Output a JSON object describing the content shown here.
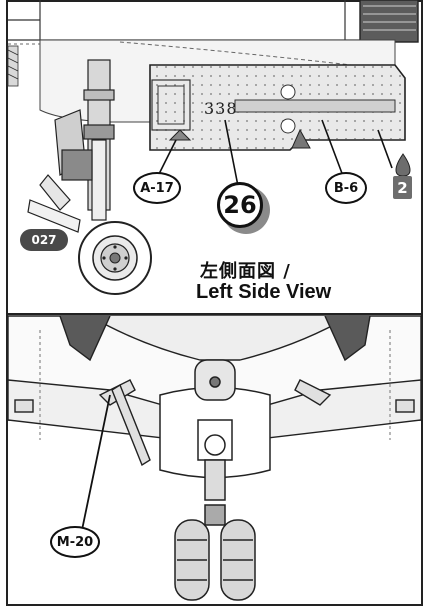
{
  "step_number": "26",
  "view_label_jp": "左側面図 /",
  "view_label_en": "Left Side View",
  "panel_number": "338",
  "part_badge": "027",
  "paint_code": "2",
  "callouts": {
    "a17": "A-17",
    "b6": "B-6",
    "m20": "M-20"
  }
}
